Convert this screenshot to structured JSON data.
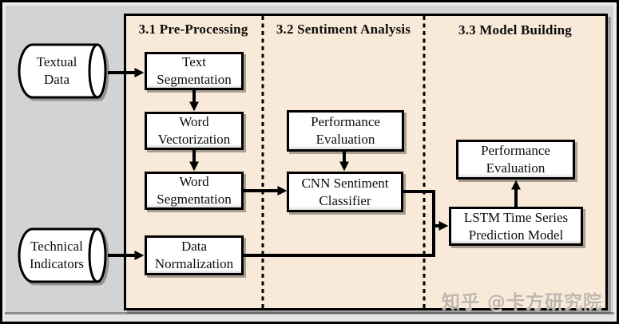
{
  "stages": [
    {
      "label": "3.1 Pre-Processing"
    },
    {
      "label": "3.2 Sentiment Analysis"
    },
    {
      "label": "3.3 Model Building"
    }
  ],
  "datastores": [
    {
      "label": "Textual\nData"
    },
    {
      "label": "Technical\nIndicators"
    }
  ],
  "nodes": [
    {
      "label": "Text\nSegmentation"
    },
    {
      "label": "Word\nVectorization"
    },
    {
      "label": "Word\nSegmentation"
    },
    {
      "label": "Data\nNormalization"
    },
    {
      "label": "Performance\nEvaluation"
    },
    {
      "label": "CNN Sentiment\nClassifier"
    },
    {
      "label": "Performance\nEvaluation"
    },
    {
      "label": "LSTM Time Series\nPrediction Model"
    }
  ],
  "watermark": "知乎 @卡方研究院",
  "colors": {
    "panel_fill": "#f9e9d8",
    "background": "#d3d3d3",
    "box_fill": "#ffffff",
    "line": "#000000",
    "watermark": "#bfb6ac"
  }
}
